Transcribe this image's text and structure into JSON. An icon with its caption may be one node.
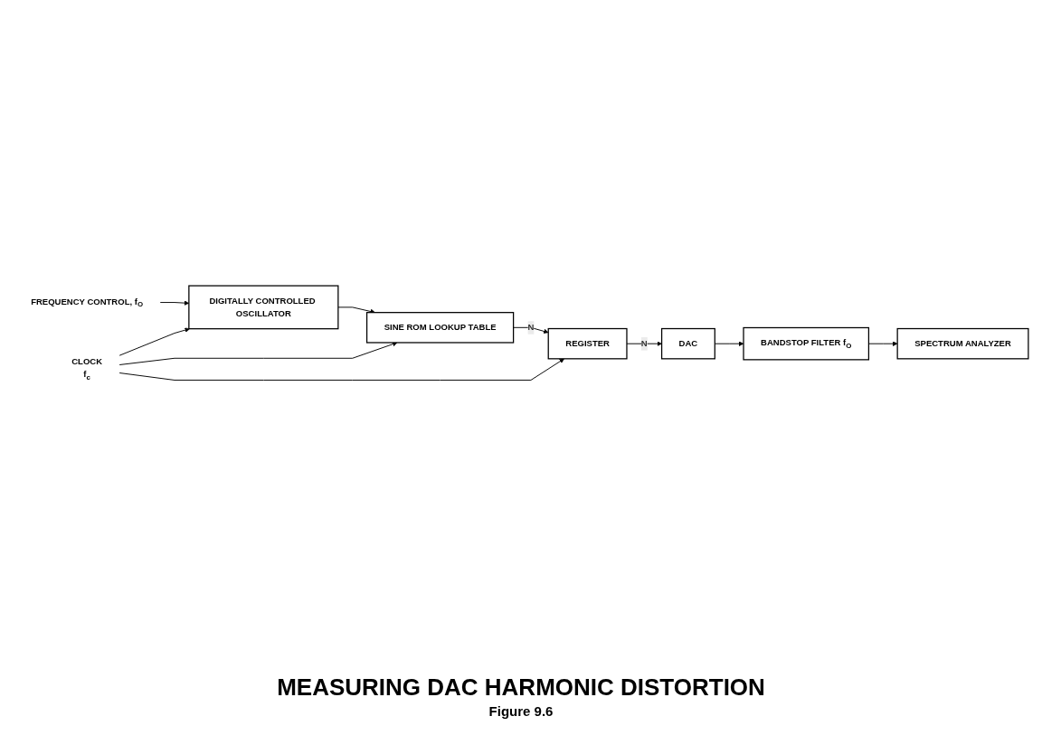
{
  "diagram": {
    "title": "MEASURING DAC HARMONIC DISTORTION",
    "caption": "Figure 9.6",
    "nodes": [
      {
        "text": [
          "FREQUENCY CONTROL, f$_{O}$"
        ]
      },
      {
        "text": [
          "DIGITALLY CONTROLLED OSCILLATOR"
        ]
      },
      {
        "text": [
          "SINE ROM LOOKUP TABLE"
        ]
      },
      {
        "text": [
          "REGISTER"
        ]
      },
      {
        "text": [
          "DAC"
        ]
      },
      {
        "text": [
          "CLOCK",
          "f$_{c}$"
        ]
      },
      {
        "text": [
          "BANDSTOP FILTER f$_{O}$"
        ]
      },
      {
        "text": [
          "SPECTRUM ANALYZER"
        ]
      }
    ],
    "edges": [
      {
        "from": 0,
        "to": 1,
        "arrow": "to"
      },
      {
        "from": 1,
        "to": 2,
        "arrow": "to"
      },
      {
        "from": 2,
        "to": 3,
        "label": "N",
        "arrow": "to"
      },
      {
        "from": 3,
        "to": 4,
        "label": "N",
        "arrow": "to"
      },
      {
        "from": 5,
        "to": 1,
        "arrow": "to"
      },
      {
        "from": 5,
        "to": 2,
        "arrow": "to"
      },
      {
        "from": 5,
        "to": 3,
        "arrow": "to"
      },
      {
        "from": 4,
        "to": 6,
        "arrow": "to"
      },
      {
        "from": 6,
        "to": 7,
        "arrow": "to"
      }
    ]
  }
}
